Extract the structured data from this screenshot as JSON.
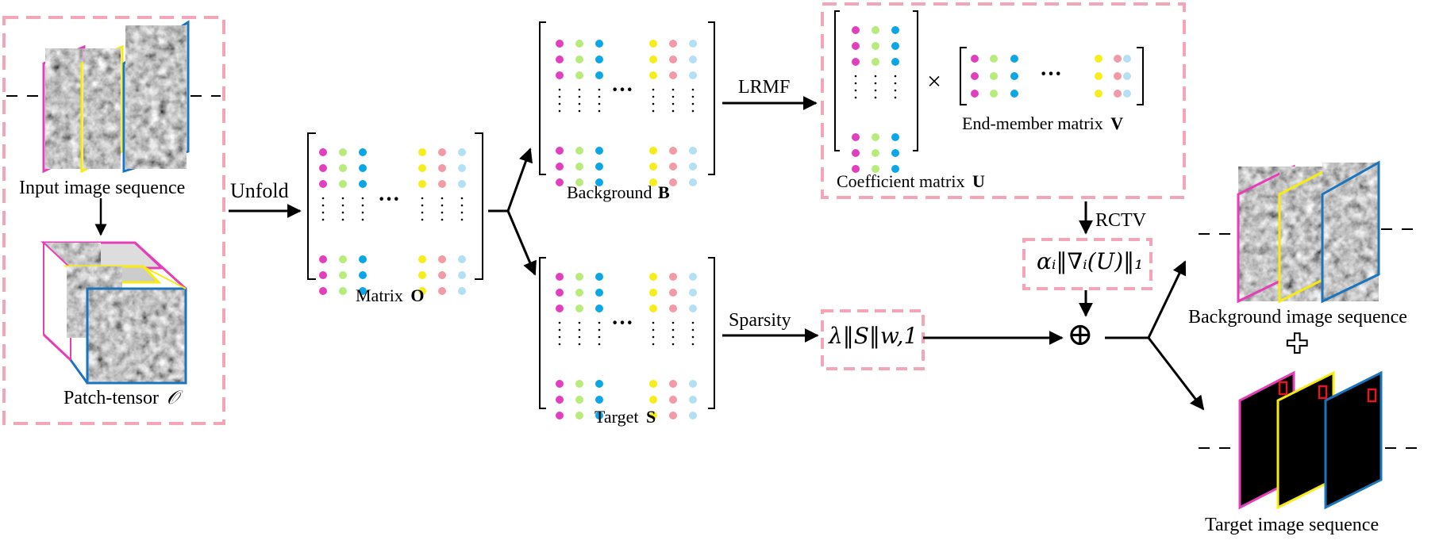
{
  "colors": {
    "dashed_box": "#f4a6b8",
    "magenta": "#e23fbf",
    "green": "#b8ec7a",
    "cyan": "#0aa6e6",
    "yellow": "#f5ee1a",
    "pink": "#f29aa6",
    "lightblue": "#b4e0f3",
    "frame_magenta": "#e53fb7",
    "frame_yellow": "#f7ec12",
    "frame_blue": "#1c74bd",
    "target_red": "#e0191e"
  },
  "labels": {
    "input_sequence": "Input image sequence",
    "patch_tensor": "Patch-tensor",
    "patch_tensor_symbol": "𝒪",
    "unfold": "Unfold",
    "matrix_text": "Matrix",
    "matrix_symbol": "O",
    "background_text": "Background",
    "background_symbol": "B",
    "target_text": "Target",
    "target_symbol": "S",
    "lrmf": "LRMF",
    "sparsity": "Sparsity",
    "coefficient_text": "Coefficient matrix",
    "coefficient_symbol": "U",
    "endmember_text": "End-member matrix",
    "endmember_symbol": "V",
    "times": "×",
    "rctv": "RCTV",
    "background_sequence": "Background image sequence",
    "target_sequence": "Target image sequence",
    "dots": "···"
  },
  "formulas": {
    "rctv_term": "αᵢ‖∇ᵢ(U)‖₁",
    "sparsity_term": "λ‖S‖w,1",
    "plus_circle": "⊕",
    "plus_outline": "✚"
  }
}
